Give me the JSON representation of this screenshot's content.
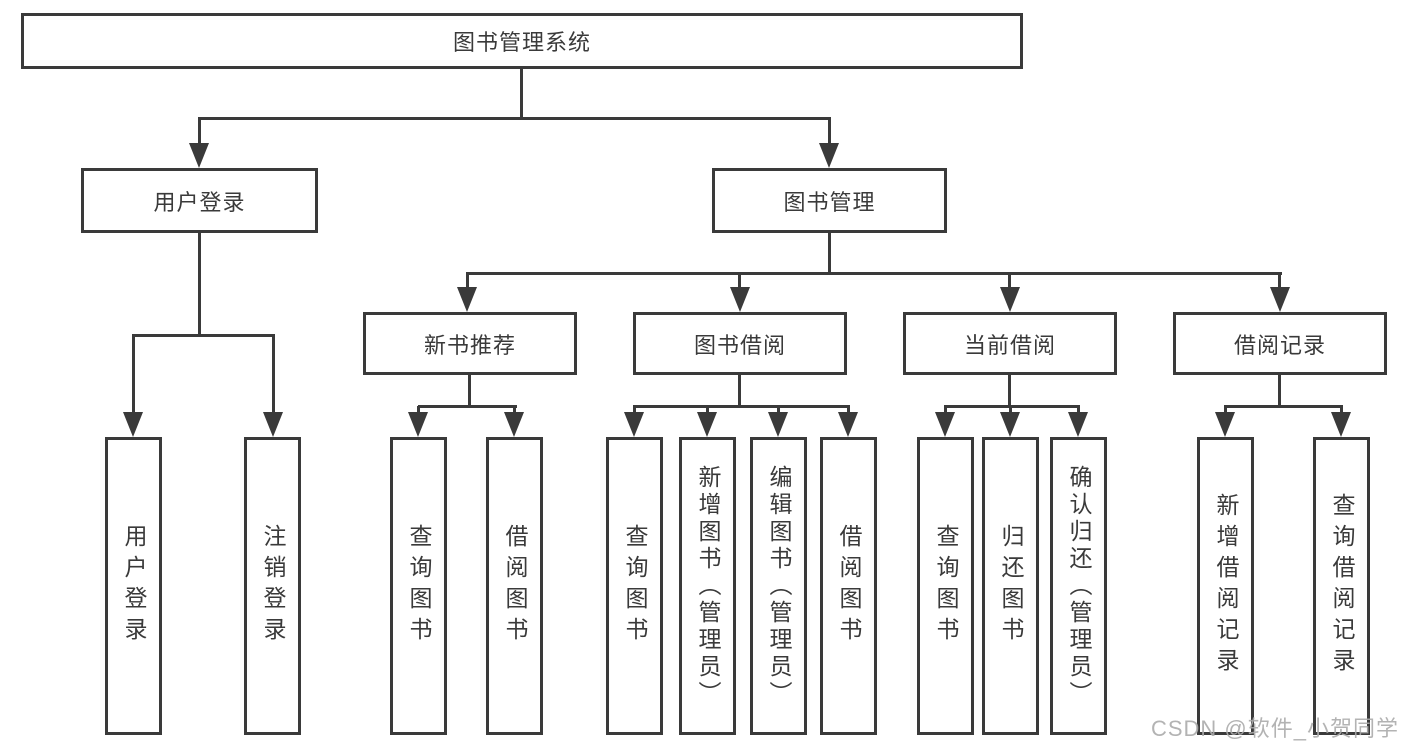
{
  "title": "图书管理系统",
  "nodes": {
    "user_login": "用户登录",
    "book_management": "图书管理",
    "new_book_recommend": "新书推荐",
    "book_borrow": "图书借阅",
    "current_borrow": "当前借阅",
    "borrow_record": "借阅记录",
    "leaf_user_login": "用户登录",
    "leaf_logout": "注销登录",
    "leaf_nb_query": "查询图书",
    "leaf_nb_borrow": "借阅图书",
    "leaf_bb_query": "查询图书",
    "leaf_bb_add": "新增图书（管理员）",
    "leaf_bb_edit": "编辑图书（管理员）",
    "leaf_bb_borrow": "借阅图书",
    "leaf_cb_query": "查询图书",
    "leaf_cb_return": "归还图书",
    "leaf_cb_confirm": "确认归还（管理员）",
    "leaf_br_add": "新增借阅记录",
    "leaf_br_query": "查询借阅记录"
  },
  "watermark": "CSDN @软件_小贺同学",
  "colors": {
    "line": "#3a3a3a",
    "text": "#3a3a3a",
    "watermark": "#ababab",
    "background": "#ffffff"
  }
}
